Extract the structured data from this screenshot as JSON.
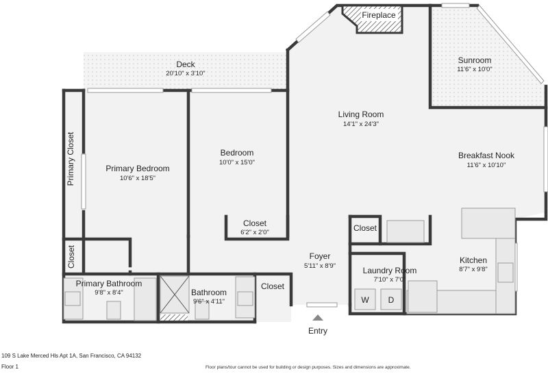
{
  "rooms": {
    "deck": {
      "name": "Deck",
      "dims": "20'10\" x 3'10\""
    },
    "fireplace": {
      "name": "Fireplace"
    },
    "sunroom": {
      "name": "Sunroom",
      "dims": "11'6\" x 10'0\""
    },
    "living_room": {
      "name": "Living Room",
      "dims": "14'1\" x 24'3\""
    },
    "primary_bedroom": {
      "name": "Primary Bedroom",
      "dims": "10'6\" x 18'5\""
    },
    "bedroom": {
      "name": "Bedroom",
      "dims": "10'0\" x 15'0\""
    },
    "primary_closet": {
      "name": "Primary Closet"
    },
    "breakfast_nook": {
      "name": "Breakfast Nook",
      "dims": "11'6\" x 10'10\""
    },
    "bedroom_closet": {
      "name": "Closet",
      "dims": "6'2\" x 2'0\""
    },
    "closet_left": {
      "name": "Closet"
    },
    "closet_kitchen": {
      "name": "Closet"
    },
    "closet_hall": {
      "name": "Closet"
    },
    "foyer": {
      "name": "Foyer",
      "dims": "5'11\" x 8'9\""
    },
    "primary_bathroom": {
      "name": "Primary Bathroom",
      "dims": "9'8\" x 8'4\""
    },
    "bathroom": {
      "name": "Bathroom",
      "dims": "9'6\" x 4'11\""
    },
    "laundry_room": {
      "name": "Laundry Room",
      "dims": "7'10\" x 7'0\""
    },
    "kitchen": {
      "name": "Kitchen",
      "dims": "8'7\" x 9'8\""
    }
  },
  "appliances": {
    "washer": "W",
    "dryer": "D"
  },
  "entry_label": "Entry",
  "footer": {
    "address": "109 S Lake Merced Hls Apt 1A, San Francisco, CA 94132",
    "floor": "Floor 1",
    "disclaimer": "Floor plans/tour cannot be used for building or design purposes. Sizes and dimensions are approximate."
  },
  "colors": {
    "wall": "#3a3a3a",
    "floor": "#f2f2f2",
    "tile": "#e6e6e6"
  }
}
